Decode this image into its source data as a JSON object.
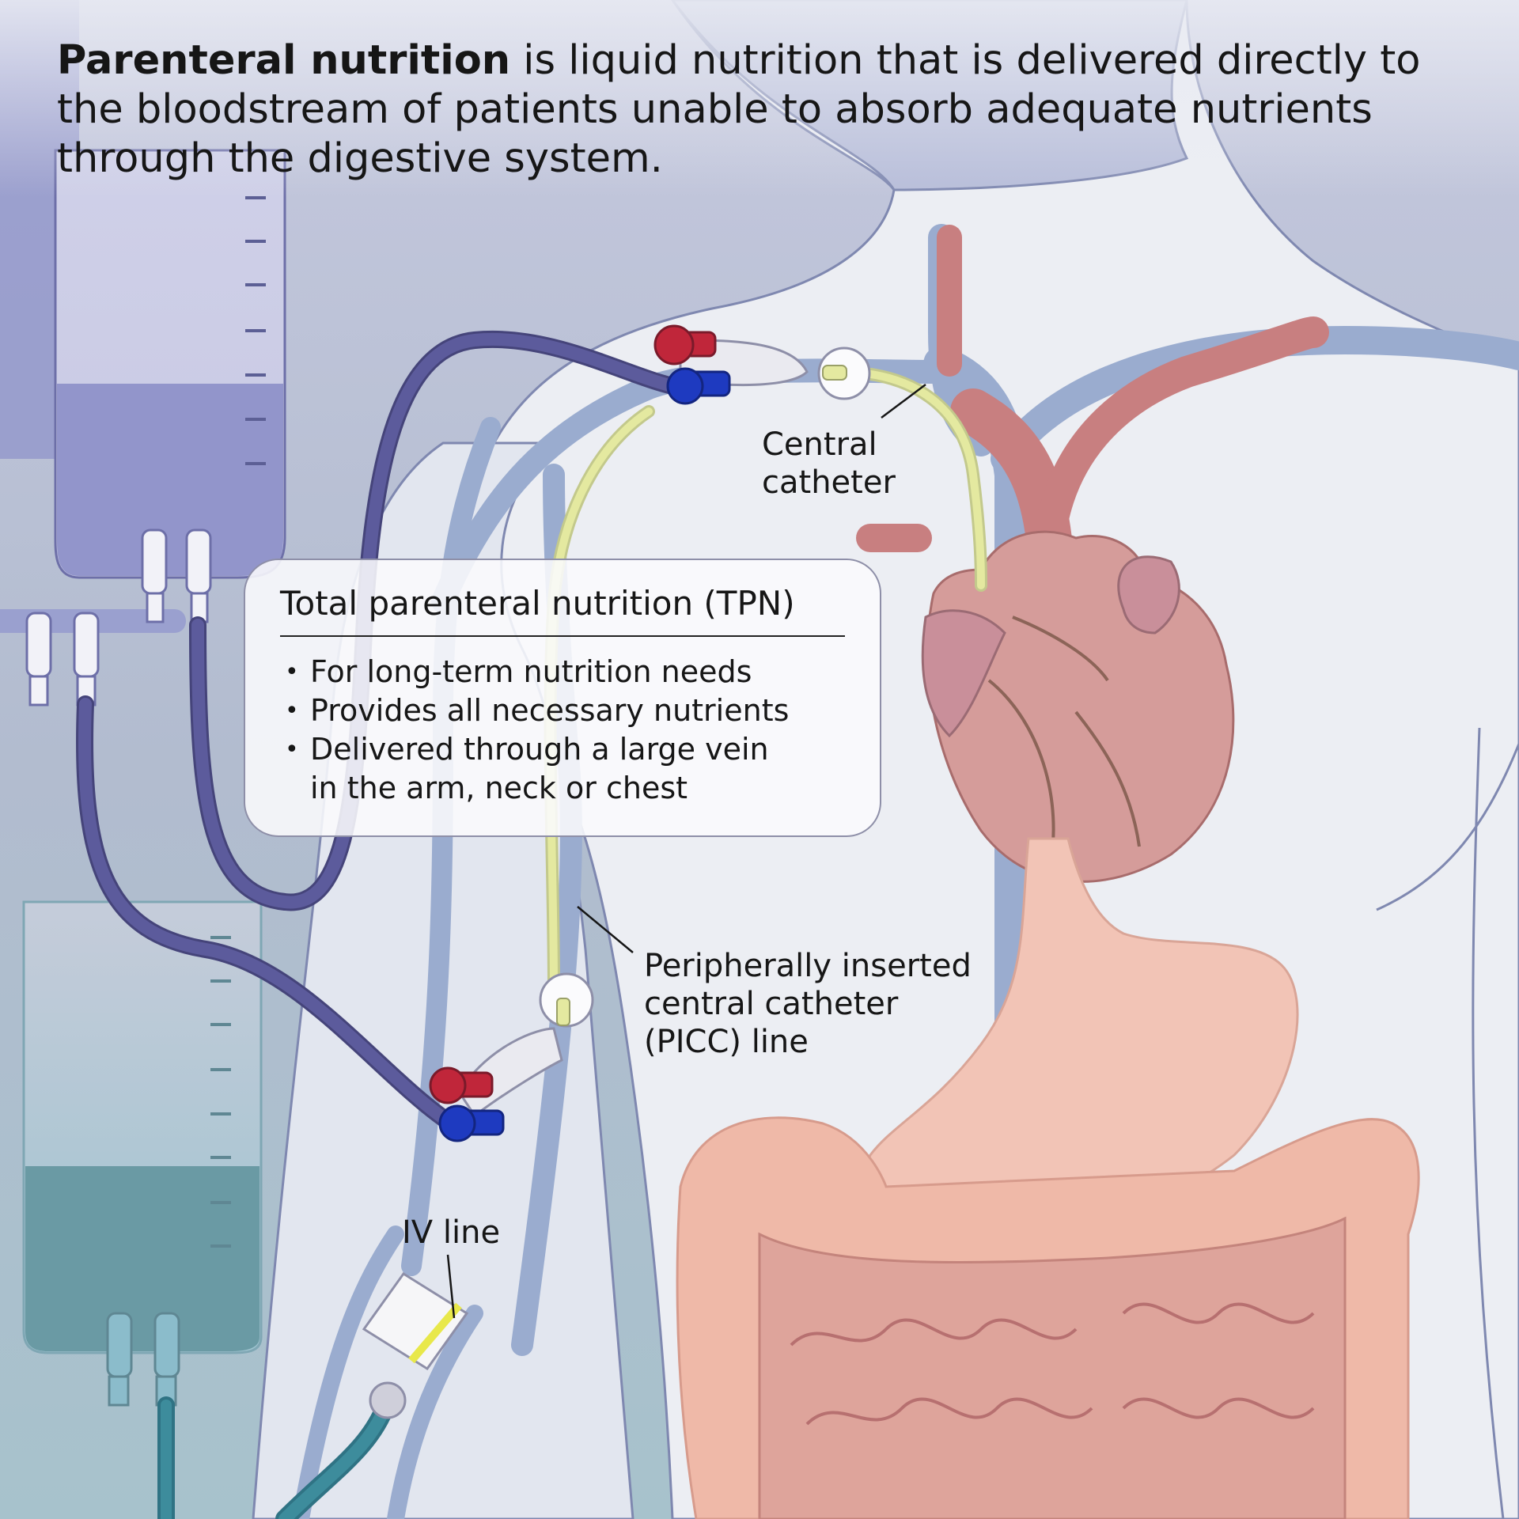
{
  "intro": {
    "bold": "Parenteral nutrition",
    "rest": " is liquid nutrition that is delivered directly to the bloodstream of patients unable to absorb adequate nutrients through the digestive system."
  },
  "tpn_box": {
    "title": "Total parenteral nutrition (TPN)",
    "items": [
      "For long-term nutrition needs",
      "Provides all necessary nutrients",
      "Delivered through a large vein",
      "in the arm, neck or chest"
    ]
  },
  "callouts": {
    "central": [
      "Central",
      "catheter"
    ],
    "picc": [
      "Peripherally inserted",
      "central catheter",
      "(PICC) line"
    ],
    "iv": "IV line"
  },
  "colors": {
    "vein": "#9aaccf",
    "artery": "#c87f80",
    "heart": "#d59c9a",
    "stomach": "#f2c4b6",
    "intestine": "#dea49b",
    "tube_purple": "#5c5b9c",
    "tube_teal": "#3d8c9c",
    "catheter_yellow": "#e4e9a0",
    "cap_red": "#c0263a",
    "cap_blue": "#1e3ac0"
  }
}
